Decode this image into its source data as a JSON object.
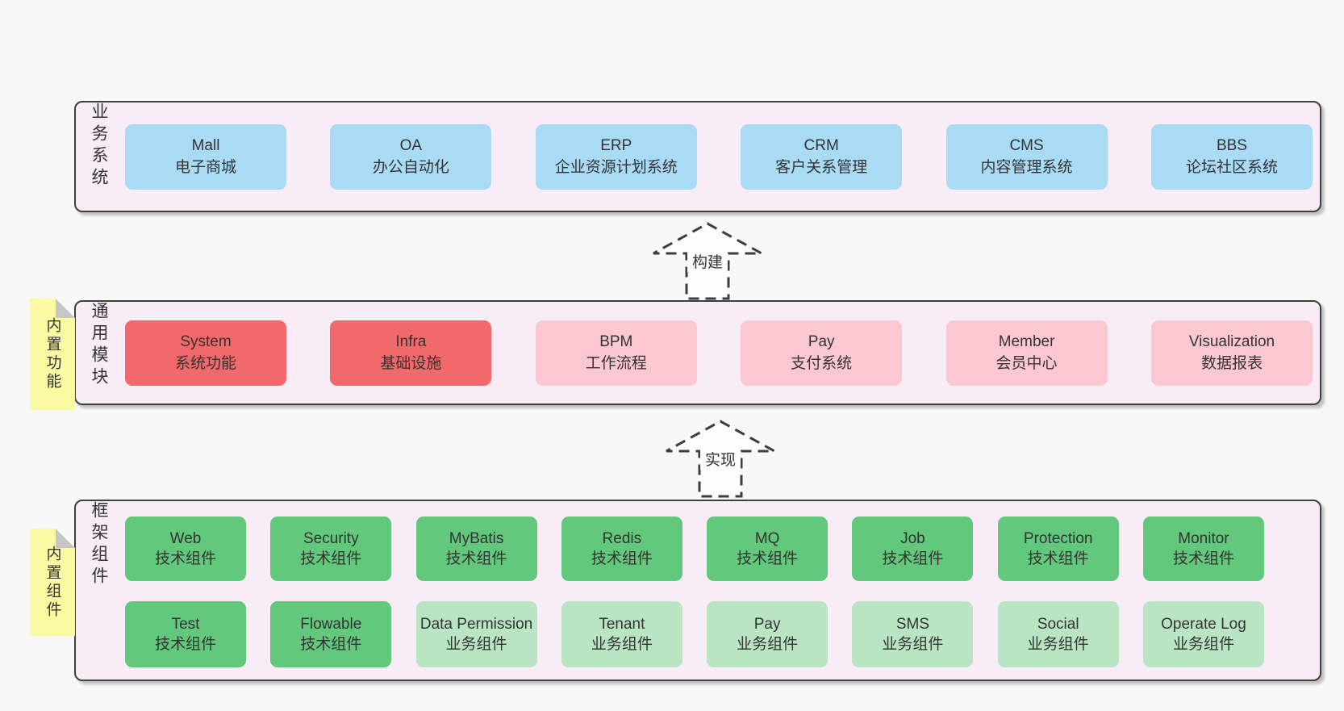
{
  "colors": {
    "page_bg": "#f8f8f8",
    "panel_bg": "#f8edf6",
    "panel_border": "#3f3f3f",
    "blue": "#a9dbf5",
    "red": "#f2696c",
    "pink": "#fbc8d2",
    "green": "#62c87c",
    "light_green": "#b9e5c3",
    "sticky_bg": "#fafaa2",
    "sticky_fold": "#c6c6c6",
    "text": "#333333"
  },
  "arrows": [
    {
      "label": "构建"
    },
    {
      "label": "实现"
    }
  ],
  "sections": {
    "business": {
      "label": "业务系统",
      "boxes": [
        {
          "title": "Mall",
          "subtitle": "电子商城",
          "color": "blue"
        },
        {
          "title": "OA",
          "subtitle": "办公自动化",
          "color": "blue"
        },
        {
          "title": "ERP",
          "subtitle": "企业资源计划系统",
          "color": "blue"
        },
        {
          "title": "CRM",
          "subtitle": "客户关系管理",
          "color": "blue"
        },
        {
          "title": "CMS",
          "subtitle": "内容管理系统",
          "color": "blue"
        },
        {
          "title": "BBS",
          "subtitle": "论坛社区系统",
          "color": "blue"
        }
      ]
    },
    "modules": {
      "label": "通用模块",
      "sticky": "内置功能",
      "boxes": [
        {
          "title": "System",
          "subtitle": "系统功能",
          "color": "red"
        },
        {
          "title": "Infra",
          "subtitle": "基础设施",
          "color": "red"
        },
        {
          "title": "BPM",
          "subtitle": "工作流程",
          "color": "pink"
        },
        {
          "title": "Pay",
          "subtitle": "支付系统",
          "color": "pink"
        },
        {
          "title": "Member",
          "subtitle": "会员中心",
          "color": "pink"
        },
        {
          "title": "Visualization",
          "subtitle": "数据报表",
          "color": "pink"
        }
      ]
    },
    "components": {
      "label": "框架组件",
      "sticky": "内置组件",
      "row1": [
        {
          "title": "Web",
          "subtitle": "技术组件",
          "color": "green"
        },
        {
          "title": "Security",
          "subtitle": "技术组件",
          "color": "green"
        },
        {
          "title": "MyBatis",
          "subtitle": "技术组件",
          "color": "green"
        },
        {
          "title": "Redis",
          "subtitle": "技术组件",
          "color": "green"
        },
        {
          "title": "MQ",
          "subtitle": "技术组件",
          "color": "green"
        },
        {
          "title": "Job",
          "subtitle": "技术组件",
          "color": "green"
        },
        {
          "title": "Protection",
          "subtitle": "技术组件",
          "color": "green"
        },
        {
          "title": "Monitor",
          "subtitle": "技术组件",
          "color": "green"
        }
      ],
      "row2": [
        {
          "title": "Test",
          "subtitle": "技术组件",
          "color": "green"
        },
        {
          "title": "Flowable",
          "subtitle": "技术组件",
          "color": "green"
        },
        {
          "title": "Data Permission",
          "subtitle": "业务组件",
          "color": "light_green"
        },
        {
          "title": "Tenant",
          "subtitle": "业务组件",
          "color": "light_green"
        },
        {
          "title": "Pay",
          "subtitle": "业务组件",
          "color": "light_green"
        },
        {
          "title": "SMS",
          "subtitle": "业务组件",
          "color": "light_green"
        },
        {
          "title": "Social",
          "subtitle": "业务组件",
          "color": "light_green"
        },
        {
          "title": "Operate Log",
          "subtitle": "业务组件",
          "color": "light_green"
        }
      ]
    }
  }
}
